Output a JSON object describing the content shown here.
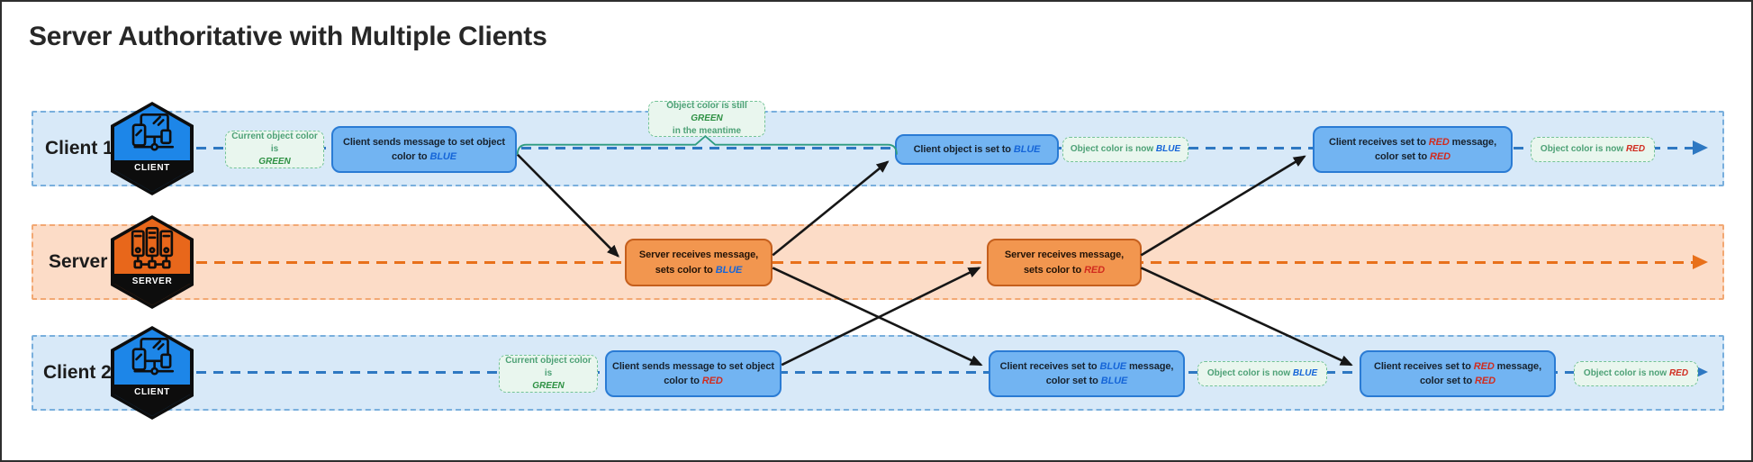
{
  "title": "Server Authoritative with Multiple Clients",
  "colors": {
    "client_accent": "#2e78c2",
    "server_accent": "#e8701a",
    "blue_word": "#1565d8",
    "red_word": "#d12c1f",
    "green_word": "#2e9143"
  },
  "lanes": {
    "client1": {
      "label": "Client 1",
      "badge_label": "CLIENT",
      "note_start": {
        "line1": "Current object color is",
        "word": "GREEN"
      },
      "box_send": {
        "line1": "Client sends message to set object",
        "line2_pre": "color to ",
        "line2_word": "BLUE"
      },
      "brace_note": {
        "line1_pre": "Object color is still ",
        "line1_word": "GREEN",
        "line2": "in the meantime"
      },
      "box_set": {
        "pre": "Client object is set to ",
        "word": "BLUE"
      },
      "note_now_blue": {
        "pre": "Object color is now ",
        "word": "BLUE"
      },
      "box_receive": {
        "line1_pre": "Client receives set to ",
        "line1_word": "RED",
        "line1_post": " message,",
        "line2_pre": "color set to ",
        "line2_word": "RED"
      },
      "note_now_red": {
        "pre": "Object color is now ",
        "word": "RED"
      }
    },
    "server": {
      "label": "Server",
      "badge_label": "SERVER",
      "box_blue": {
        "line1": "Server receives message,",
        "line2_pre": "sets color to ",
        "line2_word": "BLUE"
      },
      "box_red": {
        "line1": "Server receives message,",
        "line2_pre": "sets color to ",
        "line2_word": "RED"
      }
    },
    "client2": {
      "label": "Client 2",
      "badge_label": "CLIENT",
      "note_start": {
        "line1": "Current object color is",
        "word": "GREEN"
      },
      "box_send": {
        "line1": "Client sends message to set object",
        "line2_pre": "color to ",
        "line2_word": "RED"
      },
      "box_receive_blue": {
        "line1_pre": "Client receives set to ",
        "line1_word": "BLUE",
        "line1_post": " message,",
        "line2_pre": "color set to ",
        "line2_word": "BLUE"
      },
      "note_now_blue": {
        "pre": "Object color is now ",
        "word": "BLUE"
      },
      "box_receive_red": {
        "line1_pre": "Client receives set to ",
        "line1_word": "RED",
        "line1_post": " message,",
        "line2_pre": "color set to ",
        "line2_word": "RED"
      },
      "note_now_red": {
        "pre": "Object color is now ",
        "word": "RED"
      }
    }
  }
}
